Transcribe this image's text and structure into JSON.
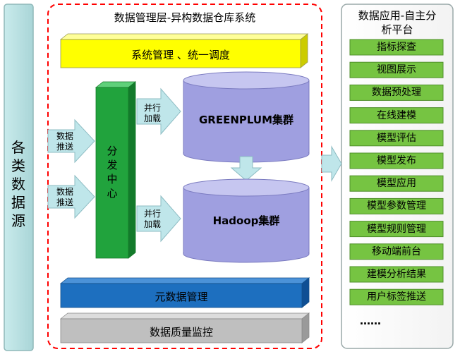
{
  "left_panel": {
    "label": "各类数据源"
  },
  "middle_panel": {
    "title": "数据管理层-异构数据仓库系统",
    "top_bar": "系统管理 、统一调度",
    "push_arrows": [
      "数据\n推送",
      "数据\n推送"
    ],
    "distribution_center": "分发中心",
    "load_arrows": [
      "并行\n加载",
      "并行\n加载"
    ],
    "cluster_top": "GREENPLUM集群",
    "cluster_bottom": "Hadoop集群",
    "metadata_bar": "元数据管理",
    "quality_bar": "数据质量监控"
  },
  "right_panel": {
    "title": "数据应用-自主分析平台",
    "items": [
      "指标探查",
      "视图展示",
      "数据预处理",
      "在线建模",
      "模型评估",
      "模型发布",
      "模型应用",
      "模型参数管理",
      "模型规则管理",
      "移动端前台",
      "建模分析结果",
      "用户标签推送"
    ],
    "ellipsis": "……"
  },
  "colors": {
    "panel_fill": "#bfe3e4",
    "panel_stroke": "#8fb8b9",
    "dash": "#ff0000",
    "yellow": "#ffff00",
    "green": "#21a33d",
    "cyl": "#9f9fe0",
    "blue": "#1d6fbf",
    "gray": "#bfbfbf",
    "item": "#76c442",
    "arrow": "#bfe6ea"
  }
}
